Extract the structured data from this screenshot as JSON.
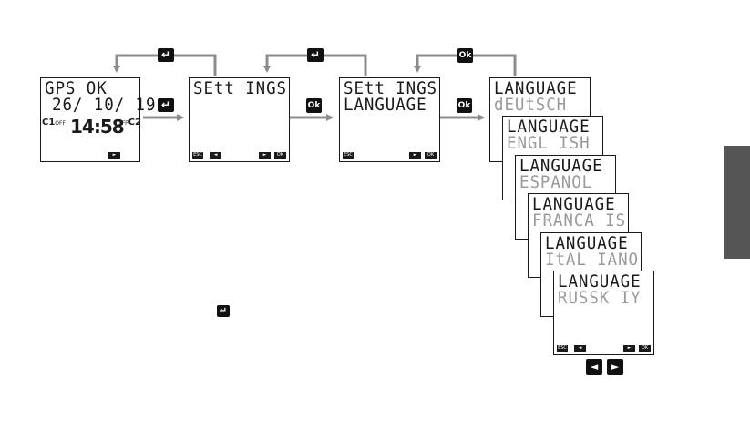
{
  "screen_main": {
    "line1": "GPS OK",
    "line2": "26/ 10/ 19",
    "time": "14:58",
    "c1": "C1",
    "c1_state": "OFF",
    "c2": "C2",
    "c2_state": "OFF",
    "key_right": "►"
  },
  "screen_settings": {
    "line1": "SEtt INGS",
    "esc": "ESC",
    "key_left": "◄",
    "key_right": "►",
    "ok": "OK"
  },
  "screen_settings_lang": {
    "line1": "SEtt INGS",
    "line2": "LANGUAGE",
    "esc": "ESC",
    "key_right": "►",
    "ok": "OK"
  },
  "language_title": "LANGUAGE",
  "languages": [
    "dEUtSCH",
    "ENGL ISH",
    "ESPANOL",
    "FRANCA IS",
    "ItAL IANO",
    "RUSSK IY"
  ],
  "language_screen_keys": {
    "esc": "ESC",
    "key_left": "◄",
    "key_right": "►",
    "ok": "OK"
  },
  "keys": {
    "ok": "Ok",
    "enter": "↵"
  },
  "nav_keys": {
    "left": "◄",
    "right": "►"
  },
  "colors": {
    "arrow": "#8c8c8c",
    "key": "#111111",
    "side_tab": "#555555"
  }
}
